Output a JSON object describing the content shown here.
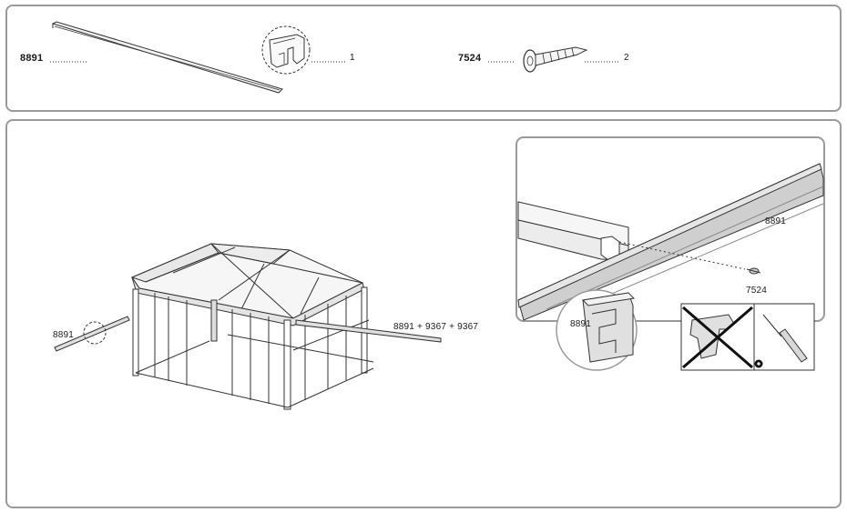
{
  "parts": [
    {
      "code": "8891",
      "quantity": "1"
    },
    {
      "code": "7524",
      "quantity": "2"
    }
  ],
  "diagram": {
    "left_part_label": "8891",
    "right_part_label": "8891 + 9367 + 9367"
  },
  "detail": {
    "rail_label": "8891",
    "screw_label": "7524",
    "zoom_label": "8891"
  },
  "icons": [
    "power-drill-crossed-icon",
    "plus-icon",
    "screwdriver-icon"
  ]
}
